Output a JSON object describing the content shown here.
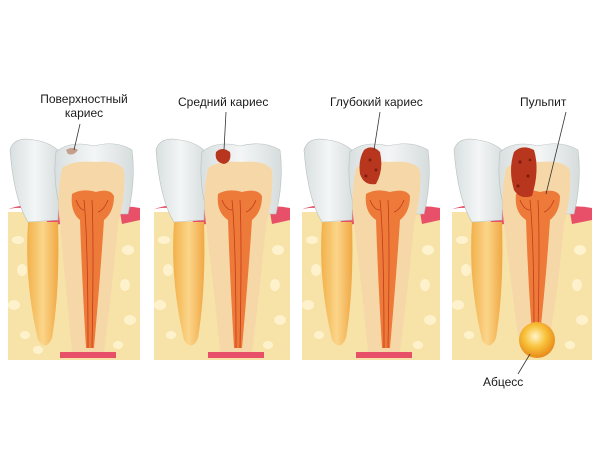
{
  "labels": {
    "stage1": "Поверхностный\nкариес",
    "stage1_line1": "Поверхностный",
    "stage1_line2": "кариес",
    "stage2": "Средний кариес",
    "stage3": "Глубокий кариес",
    "stage4": "Пульпит",
    "abscess": "Абцесс"
  },
  "colors": {
    "enamel": "#e8ecec",
    "dentin": "#f6d8a8",
    "pulp": "#ee7a3a",
    "caries": "#b8361e",
    "gum": "#e8506a",
    "bone": "#f7e2a8",
    "abscess": "#f4a91c"
  }
}
